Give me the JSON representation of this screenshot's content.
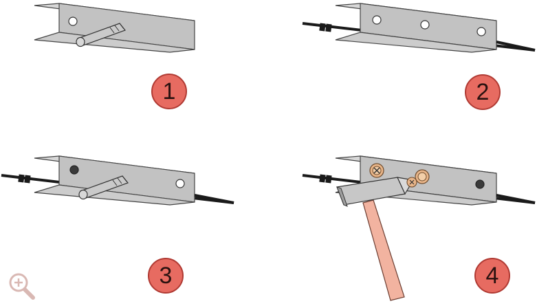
{
  "steps": [
    {
      "number": "1"
    },
    {
      "number": "2"
    },
    {
      "number": "3"
    },
    {
      "number": "4"
    }
  ],
  "colors": {
    "badge_fill": "#e76b61",
    "badge_stroke": "#b03a33",
    "metal_top": "#d4d4d4",
    "metal_side": "#bdbdbd",
    "metal_flange": "#c8c8c8",
    "cable": "#1a1a1a",
    "dowel": "#c9c9c9",
    "hammer_head": "#b9b9b9",
    "hammer_handle": "#f2b3a0",
    "screw": "#e9b68a"
  },
  "icons": [
    "zoom-in-icon"
  ]
}
